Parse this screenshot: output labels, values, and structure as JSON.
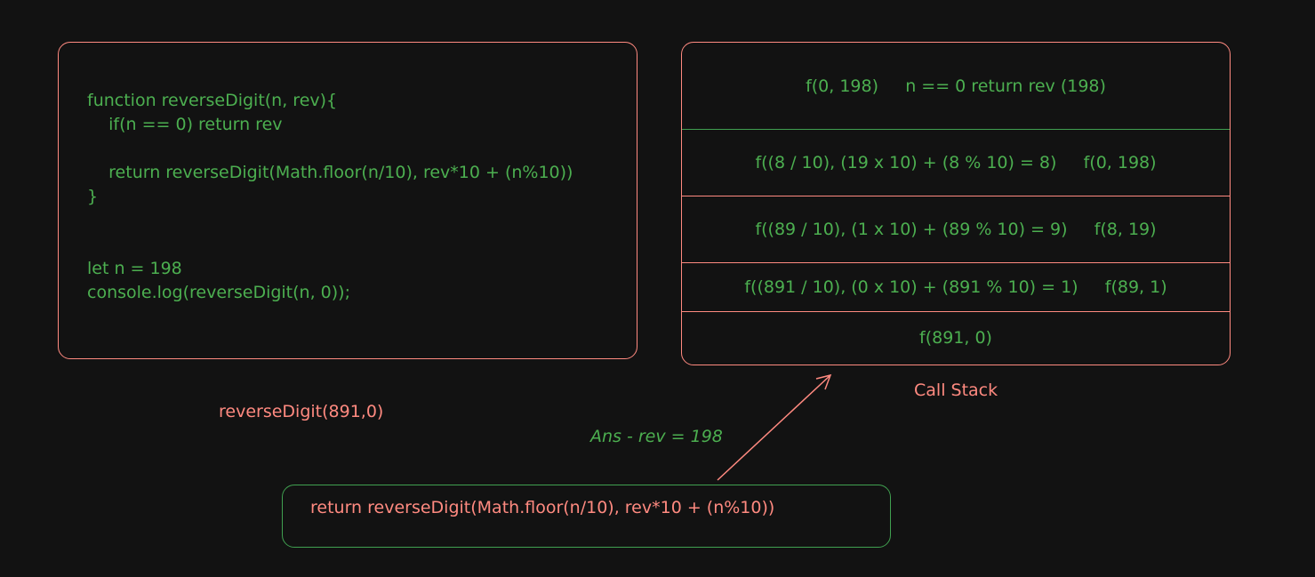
{
  "code": {
    "lines": [
      "function reverseDigit(n, rev){",
      "    if(n == 0) return rev",
      "",
      "    return reverseDigit(Math.floor(n/10), rev*10 + (n%10))",
      "}",
      "",
      "",
      "let n = 198",
      "console.log(reverseDigit(n, 0));"
    ]
  },
  "call_stack": {
    "frames": [
      "f(0, 198)     n == 0 return rev (198)",
      "f((8 / 10), (19 x 10) + (8 % 10) = 8)     f(0, 198)",
      "f((89 / 10), (1 x 10) + (89 % 10) = 9)     f(8, 19)",
      "f((891 / 10), (0 x 10) + (891 % 10) = 1)     f(89, 1)",
      "f(891, 0)"
    ],
    "label": "Call Stack"
  },
  "call_label": "reverseDigit(891,0)",
  "answer_label": "Ans - rev = 198",
  "return_statement": "return reverseDigit(Math.floor(n/10), rev*10 + (n%10))",
  "colors": {
    "background": "#121212",
    "green": "#4caf50",
    "red": "#ff8a80"
  }
}
